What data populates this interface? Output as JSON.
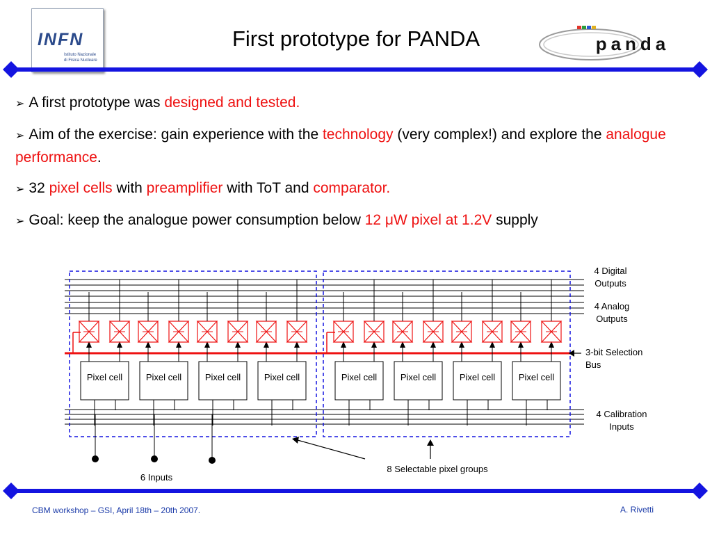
{
  "header": {
    "title": "First prototype for PANDA",
    "left_logo": {
      "text": "INFN",
      "subtext_line1": "Istituto Nazionale",
      "subtext_line2": "di Fisica Nucleare"
    },
    "right_logo": {
      "text": "panda"
    }
  },
  "bullets": [
    {
      "parts": [
        {
          "text": "A first prototype was "
        },
        {
          "text": "designed and tested.",
          "color": "red"
        }
      ]
    },
    {
      "parts": [
        {
          "text": "Aim of the exercise: gain experience with the "
        },
        {
          "text": "technology",
          "color": "red"
        },
        {
          "text": " (very complex!) and explore the "
        },
        {
          "text": "analogue performance",
          "color": "red"
        },
        {
          "text": "."
        }
      ]
    },
    {
      "parts": [
        {
          "text": "32 "
        },
        {
          "text": "pixel cells",
          "color": "red"
        },
        {
          "text": " with "
        },
        {
          "text": "preamplifier",
          "color": "red"
        },
        {
          "text": " with ToT and "
        },
        {
          "text": "comparator.",
          "color": "red"
        }
      ]
    },
    {
      "parts": [
        {
          "text": "Goal: keep the analogue power consumption below "
        },
        {
          "text": "12 μW pixel at 1.2V",
          "color": "red"
        },
        {
          "text": " supply"
        }
      ]
    }
  ],
  "diagram": {
    "pixel_cell_label": "Pixel cell",
    "pixel_cells_per_group": 4,
    "groups": 2,
    "labels": {
      "digital_outputs": "4 Digital\nOutputs",
      "analog_outputs": "4 Analog\nOutputs",
      "selection_bus": "3-bit Selection\nBus",
      "calibration_inputs": "4 Calibration\nInputs",
      "inputs": "6 Inputs",
      "selectable_groups": "8 Selectable pixel groups"
    }
  },
  "footer": {
    "left": "CBM workshop – GSI, April 18th – 20th 2007.",
    "right": "A. Rivetti"
  },
  "colors": {
    "accent_blue": "#1414e0",
    "red": "#ee1111",
    "footer_blue": "#1a3aa8",
    "logo_blue": "#2b4a8b"
  }
}
